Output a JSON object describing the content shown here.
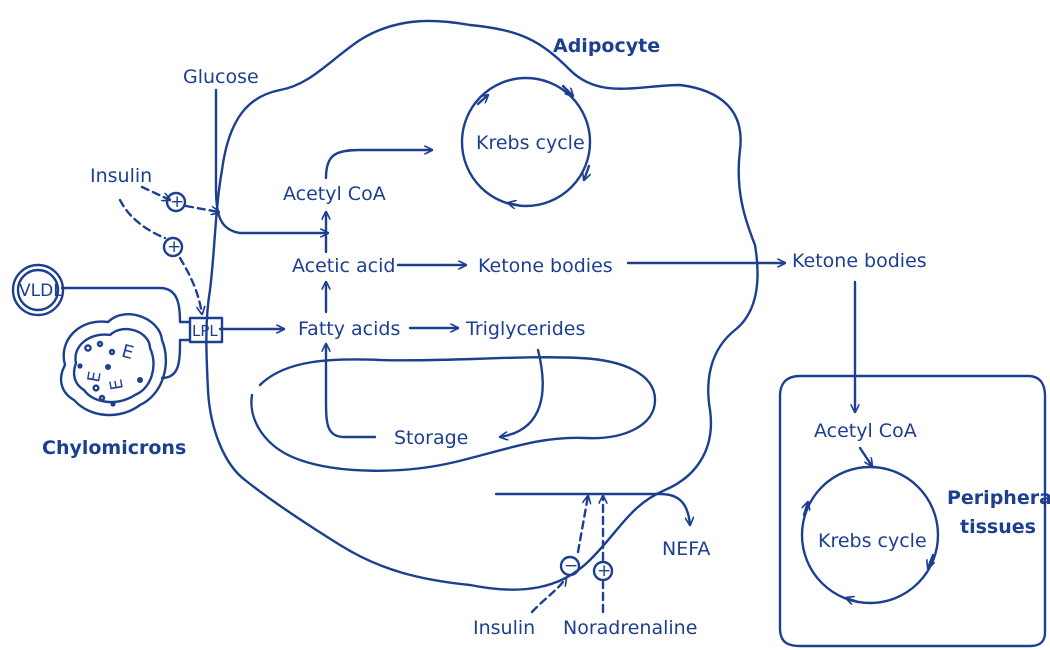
{
  "colors": {
    "ink": "#1c3f8f",
    "background": "#ffffff"
  },
  "labels": {
    "adipocyte": "Adipocyte",
    "glucose": "Glucose",
    "insulin_top": "Insulin",
    "vldl": "VLDL",
    "lpl": "LPL",
    "chylomicrons": "Chylomicrons",
    "acetyl_coa": "Acetyl CoA",
    "krebs_cycle": "Krebs cycle",
    "acetic_acid": "Acetic acid",
    "ketone_bodies_inner": "Ketone bodies",
    "ketone_bodies_outer": "Ketone bodies",
    "fatty_acids": "Fatty acids",
    "triglycerides": "Triglycerides",
    "storage": "Storage",
    "nefa": "NEFA",
    "insulin_bottom": "Insulin",
    "noradrenaline": "Noradrenaline",
    "peripheral_acetyl_coa": "Acetyl CoA",
    "peripheral_krebs_cycle": "Krebs cycle",
    "peripheral_tissues_line1": "Peripheral",
    "peripheral_tissues_line2": "tissues"
  },
  "signs": {
    "plus": "+",
    "minus": "−",
    "chylomicron_letter": "E"
  }
}
